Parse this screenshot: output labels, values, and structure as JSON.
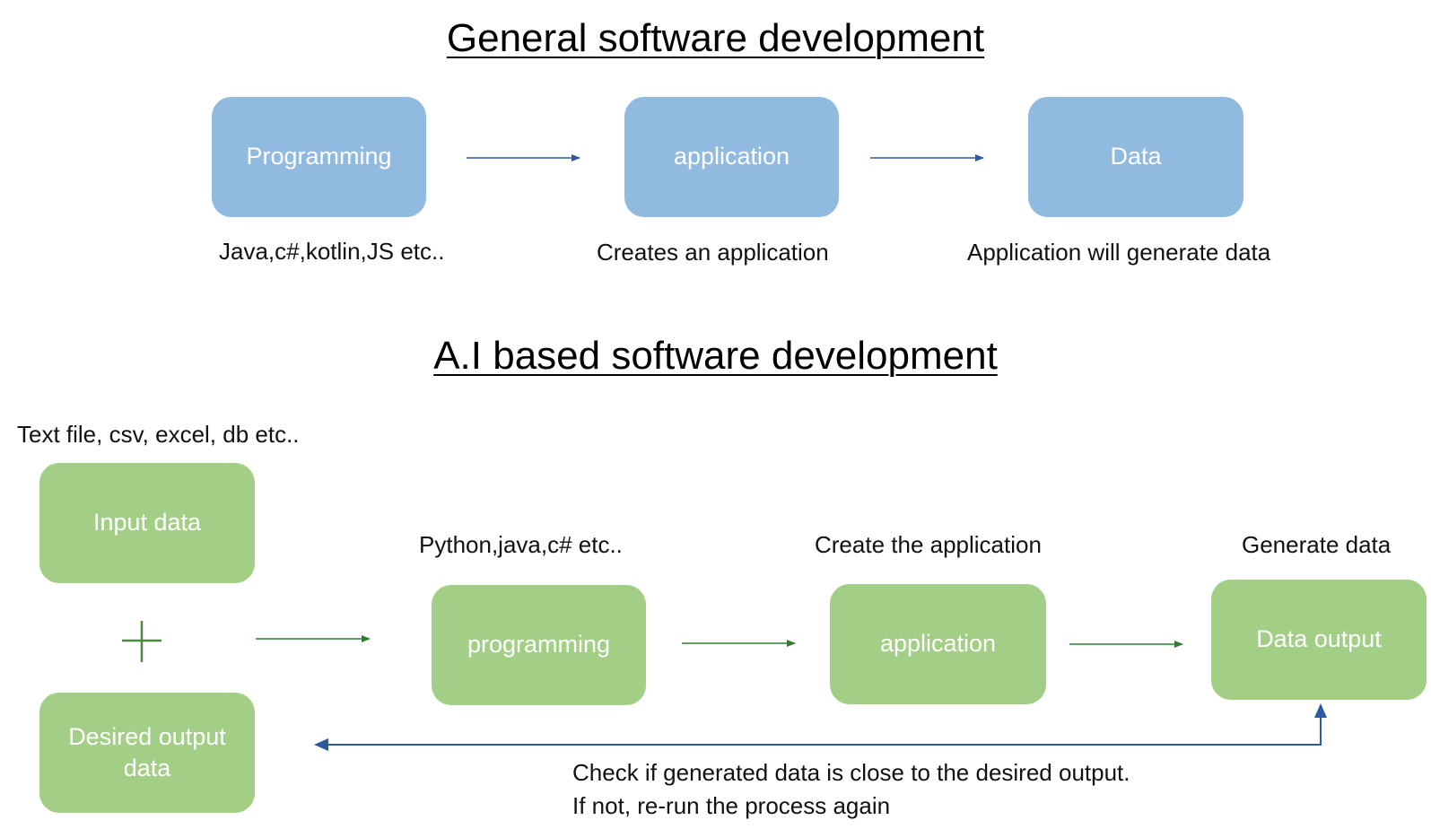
{
  "general": {
    "title": "General software development",
    "boxes": [
      "Programming",
      "application",
      "Data"
    ],
    "captions": [
      "Java,c#,kotlin,JS etc..",
      "Creates an application",
      "Application will generate data"
    ]
  },
  "ai": {
    "title": "A.I based software development",
    "input_caption": "Text file, csv, excel, db etc..",
    "input_box": "Input data",
    "plus_symbol": "+",
    "desired_box": "Desired output data",
    "boxes": [
      "programming",
      "application",
      "Data output"
    ],
    "captions": [
      "Python,java,c# etc..",
      "Create the application",
      "Generate data"
    ],
    "feedback_note": [
      "Check if generated data is close to the desired output.",
      "If not, re-run the process again"
    ]
  },
  "colors": {
    "blue_box": "#91bae1",
    "green_box": "#a2ce86",
    "blue_arrow": "#2c5aa0",
    "green_arrow": "#2e7d32"
  }
}
